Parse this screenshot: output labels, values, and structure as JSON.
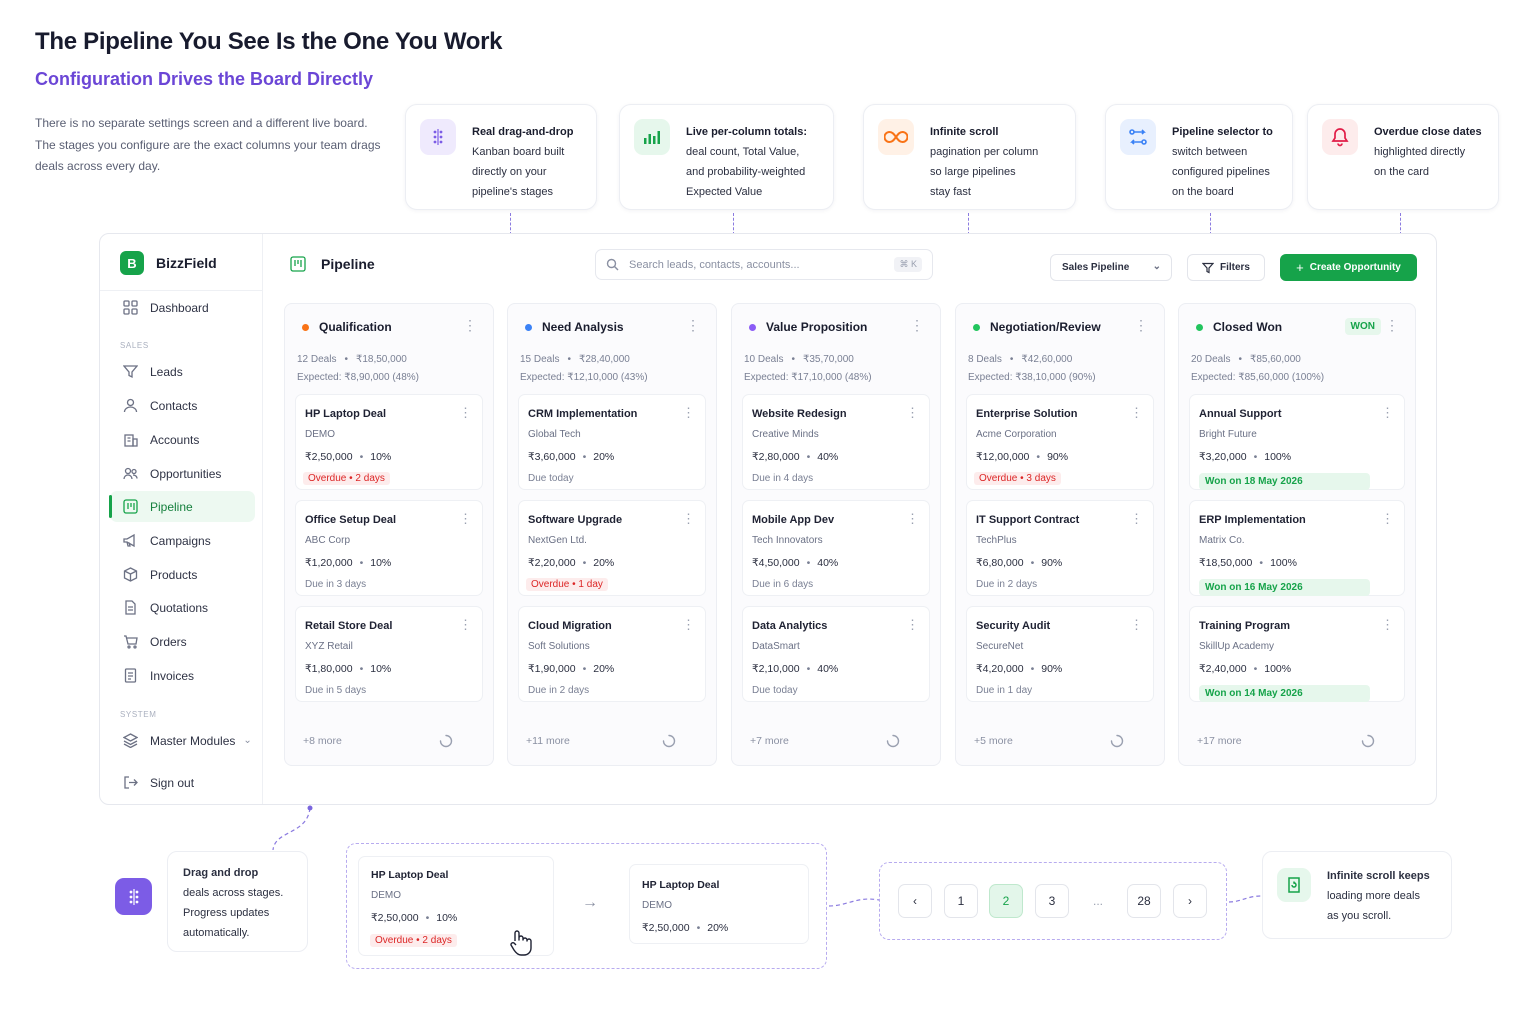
{
  "header": {
    "title": "The Pipeline You See Is the One You Work",
    "subtitle": "Configuration Drives the Board Directly",
    "intro": "There is no separate settings screen and a different live board. The stages you configure are the exact columns your team drags deals across every day."
  },
  "callouts": [
    {
      "bold": "Real drag-and-drop",
      "l2": "Kanban board built",
      "l3": "directly on your",
      "l4": "pipeline's stages",
      "icon": "drag-handle-icon"
    },
    {
      "bold": "Live per-column totals:",
      "l2": "deal count, Total Value,",
      "l3": "and probability-weighted",
      "l4": "Expected Value",
      "icon": "bar-chart-icon"
    },
    {
      "bold": "Infinite scroll",
      "l2": "pagination per column",
      "l3": "so large pipelines",
      "l4": "stay fast",
      "icon": "infinity-icon"
    },
    {
      "bold": "Pipeline selector to",
      "l2": "switch between",
      "l3": "configured pipelines",
      "l4": "on the board",
      "icon": "switch-icon"
    },
    {
      "bold": "Overdue close dates",
      "l2": "highlighted directly",
      "l3": "on the card",
      "l4": "",
      "icon": "bell-icon"
    }
  ],
  "sidebar": {
    "brand": "BizzField",
    "brand_letter": "B",
    "section_sales": "SALES",
    "section_system": "SYSTEM",
    "items": [
      {
        "label": "Dashboard"
      },
      {
        "label": "Leads"
      },
      {
        "label": "Contacts"
      },
      {
        "label": "Accounts"
      },
      {
        "label": "Opportunities"
      },
      {
        "label": "Pipeline"
      },
      {
        "label": "Campaigns"
      },
      {
        "label": "Products"
      },
      {
        "label": "Quotations"
      },
      {
        "label": "Orders"
      },
      {
        "label": "Invoices"
      },
      {
        "label": "Master Modules"
      },
      {
        "label": "Sign out"
      }
    ]
  },
  "topbar": {
    "page_title": "Pipeline",
    "search_placeholder": "Search leads, contacts, accounts...",
    "search_kbd": "⌘ K",
    "pipeline_select": "Sales Pipeline",
    "filters": "Filters",
    "create": "Create Opportunity"
  },
  "colors": {
    "accent": "#16a34a",
    "purple": "#6b46d6",
    "overdue": "#dc2626"
  },
  "columns": [
    {
      "name": "Qualification",
      "dot": "#f97316",
      "badge": "",
      "deals": "12 Deals",
      "total": "₹18,50,000",
      "expected": "Expected: ₹8,90,000 (48%)",
      "cards": [
        {
          "name": "HP Laptop Deal",
          "company": "DEMO",
          "value": "₹2,50,000",
          "prob": "10%",
          "status": "Overdue • 2 days",
          "status_type": "over"
        },
        {
          "name": "Office Setup Deal",
          "company": "ABC Corp",
          "value": "₹1,20,000",
          "prob": "10%",
          "status": "Due in 3 days",
          "status_type": "due"
        },
        {
          "name": "Retail Store Deal",
          "company": "XYZ Retail",
          "value": "₹1,80,000",
          "prob": "10%",
          "status": "Due in 5 days",
          "status_type": "due"
        }
      ],
      "more": "+8 more"
    },
    {
      "name": "Need Analysis",
      "dot": "#3b82f6",
      "badge": "",
      "deals": "15 Deals",
      "total": "₹28,40,000",
      "expected": "Expected: ₹12,10,000 (43%)",
      "cards": [
        {
          "name": "CRM Implementation",
          "company": "Global Tech",
          "value": "₹3,60,000",
          "prob": "20%",
          "status": "Due today",
          "status_type": "due"
        },
        {
          "name": "Software Upgrade",
          "company": "NextGen Ltd.",
          "value": "₹2,20,000",
          "prob": "20%",
          "status": "Overdue • 1 day",
          "status_type": "over"
        },
        {
          "name": "Cloud Migration",
          "company": "Soft Solutions",
          "value": "₹1,90,000",
          "prob": "20%",
          "status": "Due in 2 days",
          "status_type": "due"
        }
      ],
      "more": "+11 more"
    },
    {
      "name": "Value Proposition",
      "dot": "#8b5cf6",
      "badge": "",
      "deals": "10 Deals",
      "total": "₹35,70,000",
      "expected": "Expected: ₹17,10,000 (48%)",
      "cards": [
        {
          "name": "Website Redesign",
          "company": "Creative Minds",
          "value": "₹2,80,000",
          "prob": "40%",
          "status": "Due in 4 days",
          "status_type": "due"
        },
        {
          "name": "Mobile App Dev",
          "company": "Tech Innovators",
          "value": "₹4,50,000",
          "prob": "40%",
          "status": "Due in 6 days",
          "status_type": "due"
        },
        {
          "name": "Data Analytics",
          "company": "DataSmart",
          "value": "₹2,10,000",
          "prob": "40%",
          "status": "Due today",
          "status_type": "due"
        }
      ],
      "more": "+7 more"
    },
    {
      "name": "Negotiation/Review",
      "dot": "#22c55e",
      "badge": "",
      "deals": "8 Deals",
      "total": "₹42,60,000",
      "expected": "Expected: ₹38,10,000 (90%)",
      "cards": [
        {
          "name": "Enterprise Solution",
          "company": "Acme Corporation",
          "value": "₹12,00,000",
          "prob": "90%",
          "status": "Overdue • 3 days",
          "status_type": "over"
        },
        {
          "name": "IT Support Contract",
          "company": "TechPlus",
          "value": "₹6,80,000",
          "prob": "90%",
          "status": "Due in 2 days",
          "status_type": "due"
        },
        {
          "name": "Security Audit",
          "company": "SecureNet",
          "value": "₹4,20,000",
          "prob": "90%",
          "status": "Due in 1 day",
          "status_type": "due"
        }
      ],
      "more": "+5 more"
    },
    {
      "name": "Closed Won",
      "dot": "#22c55e",
      "badge": "WON",
      "deals": "20 Deals",
      "total": "₹85,60,000",
      "expected": "Expected: ₹85,60,000 (100%)",
      "cards": [
        {
          "name": "Annual Support",
          "company": "Bright Future",
          "value": "₹3,20,000",
          "prob": "100%",
          "status": "Won on 18 May 2026",
          "status_type": "won"
        },
        {
          "name": "ERP Implementation",
          "company": "Matrix Co.",
          "value": "₹18,50,000",
          "prob": "100%",
          "status": "Won on 16 May 2026",
          "status_type": "won"
        },
        {
          "name": "Training Program",
          "company": "SkillUp Academy",
          "value": "₹2,40,000",
          "prob": "100%",
          "status": "Won on 14 May 2026",
          "status_type": "won"
        }
      ],
      "more": "+17 more"
    }
  ],
  "bottom": {
    "dd_l1": "Drag and drop",
    "dd_l2": "deals across stages.",
    "dd_l3": "Progress updates",
    "dd_l4": "automatically.",
    "src": {
      "name": "HP Laptop Deal",
      "company": "DEMO",
      "value": "₹2,50,000",
      "prob": "10%",
      "status": "Overdue • 2 days"
    },
    "dst": {
      "name": "HP Laptop Deal",
      "company": "DEMO",
      "value": "₹2,50,000",
      "prob": "20%"
    },
    "arrow": "→",
    "pager": [
      "‹",
      "1",
      "2",
      "3",
      "...",
      "28",
      "›"
    ],
    "pager_current": "2",
    "inf_l1": "Infinite scroll keeps",
    "inf_l2": "loading more deals",
    "inf_l3": "as you scroll."
  }
}
